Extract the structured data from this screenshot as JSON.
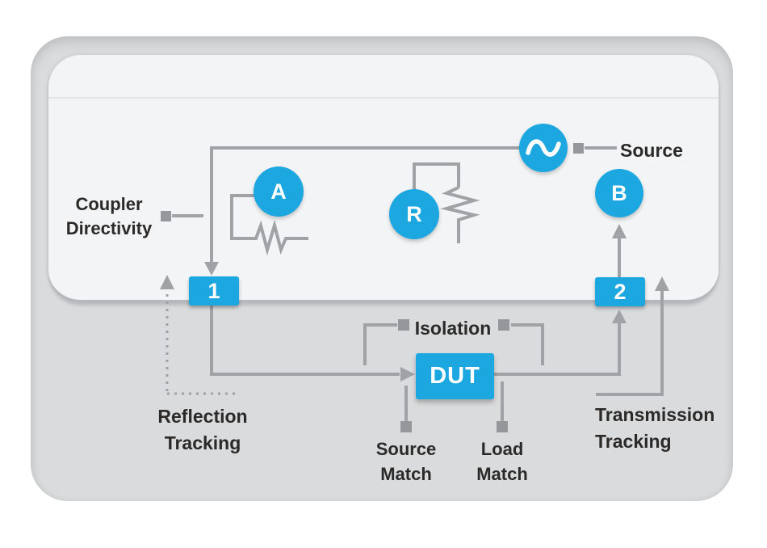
{
  "panel": {
    "nodes": {
      "receiver_a": "A",
      "receiver_r": "R",
      "receiver_b": "B",
      "port_1": "1",
      "port_2": "2",
      "dut": "DUT"
    },
    "labels": {
      "source": "Source",
      "coupler_directivity_line1": "Coupler",
      "coupler_directivity_line2": "Directivity",
      "isolation": "Isolation",
      "reflection_tracking_line1": "Reflection",
      "reflection_tracking_line2": "Tracking",
      "transmission_tracking_line1": "Transmission",
      "transmission_tracking_line2": "Tracking",
      "source_match_line1": "Source",
      "source_match_line2": "Match",
      "load_match_line1": "Load",
      "load_match_line2": "Match"
    },
    "colors": {
      "accent_blue": "#1da7e1",
      "line_gray": "#a0a2a5",
      "connector_gray": "#95979a",
      "text_dark": "#2b2a29",
      "panel_gray": "#d9dbdd",
      "panel_white": "#f3f4f5",
      "divider_gray": "#b5b7ba",
      "hairline_gray": "#e3e4e6"
    }
  }
}
